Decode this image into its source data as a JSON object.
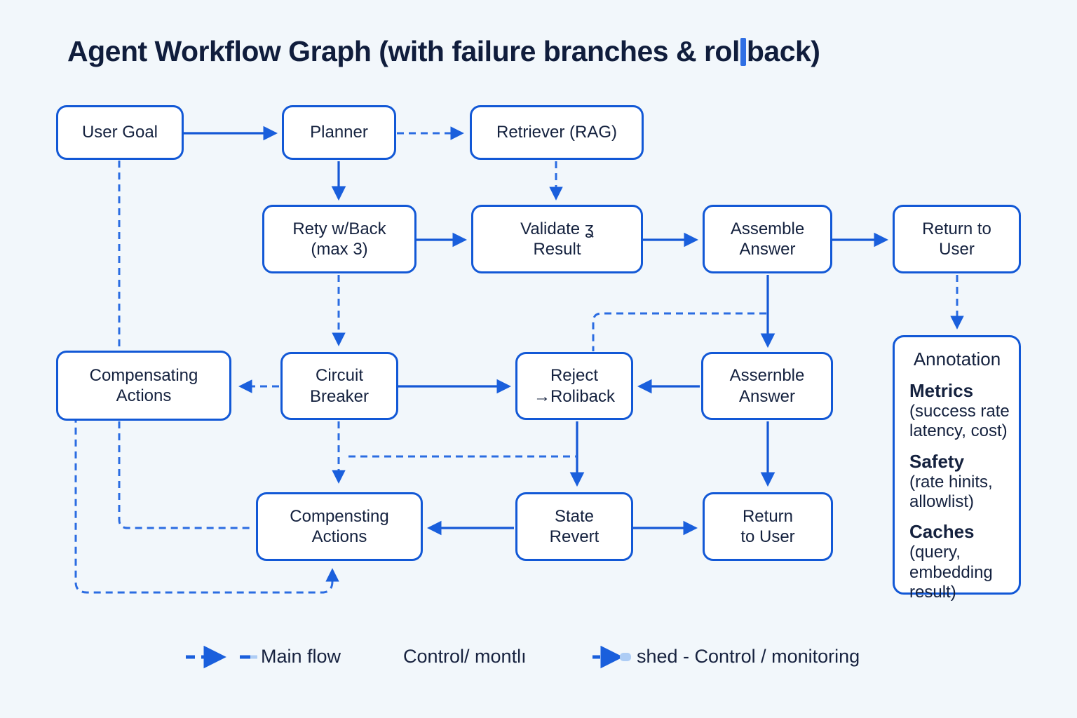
{
  "title": {
    "pre": "Agent Workflow Graph (with failure branches & rol",
    "post": "back)"
  },
  "nodes": {
    "user_goal": {
      "label": "User Goal"
    },
    "planner": {
      "label": "Planner"
    },
    "retriever": {
      "label": "Retriever (RAG)"
    },
    "retry": {
      "label": "Rety w/Back\n(max 3)"
    },
    "validate": {
      "label": "Validate ʓ\nResult"
    },
    "assemble_answer_top": {
      "label": "Assemble\nAnswer"
    },
    "return_to_user_top": {
      "label": "Return to\nUser"
    },
    "compensating_actions": {
      "label": "Compensating\nActions"
    },
    "circuit_breaker": {
      "label": "Circuit\nBreaker"
    },
    "reject_rollback": {
      "label": "Reject\n→Roliback"
    },
    "assemble_answer_mid": {
      "label": "Assernble\nAnswer"
    },
    "compensating_actions_2": {
      "label": "Compensting\nActions"
    },
    "state_revert": {
      "label": "State\nRevert"
    },
    "return_to_user_bottom": {
      "label": "Return\nto User"
    }
  },
  "annotation": {
    "title": "Annotation",
    "items": [
      {
        "heading": "Metrics",
        "detail": "(success rate\nlatency, cost)"
      },
      {
        "heading": "Safety",
        "detail": "(rate hinits,\nallowlist)"
      },
      {
        "heading": "Caches",
        "detail": "(query,\nembedding\nresult)"
      }
    ]
  },
  "legend": [
    {
      "label": "Main flow"
    },
    {
      "label": "Control/ montlı"
    },
    {
      "label": "shed - Control / monitoring"
    }
  ],
  "icons": {
    "cursor_icon": "↖"
  },
  "edges": [
    {
      "from": "user_goal",
      "to": "planner",
      "style": "solid"
    },
    {
      "from": "planner",
      "to": "retriever",
      "style": "dashed"
    },
    {
      "from": "planner",
      "to": "retry",
      "style": "solid"
    },
    {
      "from": "retriever",
      "to": "validate",
      "style": "dashed"
    },
    {
      "from": "retry",
      "to": "validate",
      "style": "solid"
    },
    {
      "from": "validate",
      "to": "assemble_answer_top",
      "style": "solid"
    },
    {
      "from": "assemble_answer_top",
      "to": "return_to_user_top",
      "style": "solid"
    },
    {
      "from": "retry",
      "to": "circuit_breaker",
      "style": "dashed"
    },
    {
      "from": "assemble_answer_top",
      "to": "assemble_answer_mid",
      "style": "solid"
    },
    {
      "from": "assemble_answer_top",
      "to": "reject_rollback",
      "style": "dashed"
    },
    {
      "from": "return_to_user_top",
      "to": "annotation",
      "style": "dashed"
    },
    {
      "from": "user_goal",
      "to": "compensating_actions",
      "style": "dashed"
    },
    {
      "from": "circuit_breaker",
      "to": "compensating_actions",
      "style": "dashed"
    },
    {
      "from": "circuit_breaker",
      "to": "reject_rollback",
      "style": "solid"
    },
    {
      "from": "assemble_answer_mid",
      "to": "reject_rollback",
      "style": "solid"
    },
    {
      "from": "reject_rollback",
      "to": "state_revert",
      "style": "solid"
    },
    {
      "from": "assemble_answer_mid",
      "to": "return_to_user_bottom",
      "style": "solid"
    },
    {
      "from": "circuit_breaker",
      "to": "compensating_actions_2",
      "style": "dashed"
    },
    {
      "from": "circuit_breaker",
      "to": "state_revert",
      "style": "dashed"
    },
    {
      "from": "state_revert",
      "to": "compensating_actions_2",
      "style": "solid"
    },
    {
      "from": "state_revert",
      "to": "return_to_user_bottom",
      "style": "solid"
    },
    {
      "from": "compensating_actions",
      "to": "compensating_actions_2",
      "style": "dashed"
    }
  ],
  "colors": {
    "accent": "#1258d6",
    "dashed_line": "#2b6ce2",
    "background": "#f2f7fb",
    "text": "#14213e",
    "caret": "#2f6fe4",
    "legend_light": "#aecdf5"
  }
}
